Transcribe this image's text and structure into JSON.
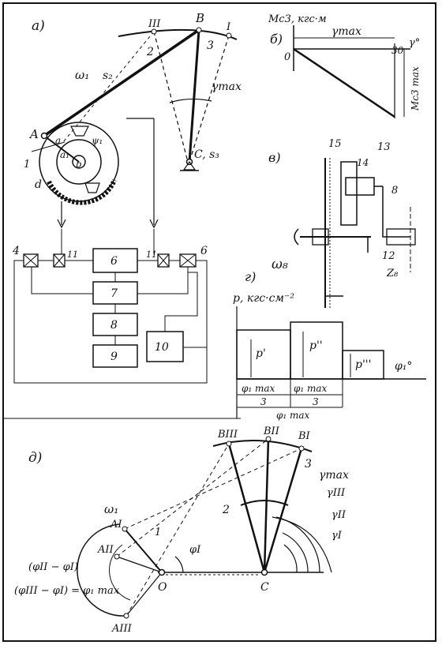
{
  "panels": {
    "a": "а)",
    "b": "б)",
    "v": "в)",
    "g": "г)",
    "d": "д)"
  },
  "panel_a": {
    "omega": "ω₁",
    "A": "A",
    "B": "B",
    "C_s3": "C, s₃",
    "s2": "s₂",
    "link2": "2",
    "link3": "3",
    "pos_I": "I",
    "pos_III": "III",
    "gamma_max": "γmax",
    "d_label": "d",
    "one": "1",
    "a_small": "a",
    "a1": "a₁",
    "b_small": "b",
    "psi1": "ψ₁",
    "four": "4",
    "eleven_l": "11",
    "six_c": "6",
    "eleven_r": "11",
    "six_r": "6",
    "seven": "7",
    "eight": "8",
    "nine": "9",
    "ten": "10"
  },
  "panel_b": {
    "moment_label": "Mс3, кгс·м",
    "zero": "0",
    "gamma_max": "γmax",
    "thirty": "30",
    "gamma_deg": "γ°",
    "m_max": "Mс3 max"
  },
  "panel_v": {
    "n15": "15",
    "n14": "14",
    "n13": "13",
    "n8": "8",
    "n12": "12",
    "omega": "ω₈",
    "z": "Z₈"
  },
  "panel_g": {
    "p_label": "p, кгс·см⁻²",
    "p1": "p'",
    "p2": "p''",
    "p3": "p'''",
    "phi_deg": "φ₁°",
    "frac1_num": "φ₁ max",
    "frac1_den": "3",
    "frac2_num": "φ₁ max",
    "frac2_den": "3",
    "total": "φ₁ max"
  },
  "panel_d": {
    "B_III": "BIII",
    "B_II": "BII",
    "B_I": "BI",
    "three": "3",
    "gamma_max": "γmax",
    "gamma_III": "γIII",
    "gamma_II": "γII",
    "gamma_I": "γI",
    "omega": "ω₁",
    "A_I": "AI",
    "A_II": "AII",
    "A_III": "AIII",
    "one": "1",
    "two": "2",
    "phi_I": "φI",
    "diff1": "(φII − φI)",
    "diff2": "(φIII − φI) = φ₁ max",
    "O": "O",
    "C": "C"
  }
}
